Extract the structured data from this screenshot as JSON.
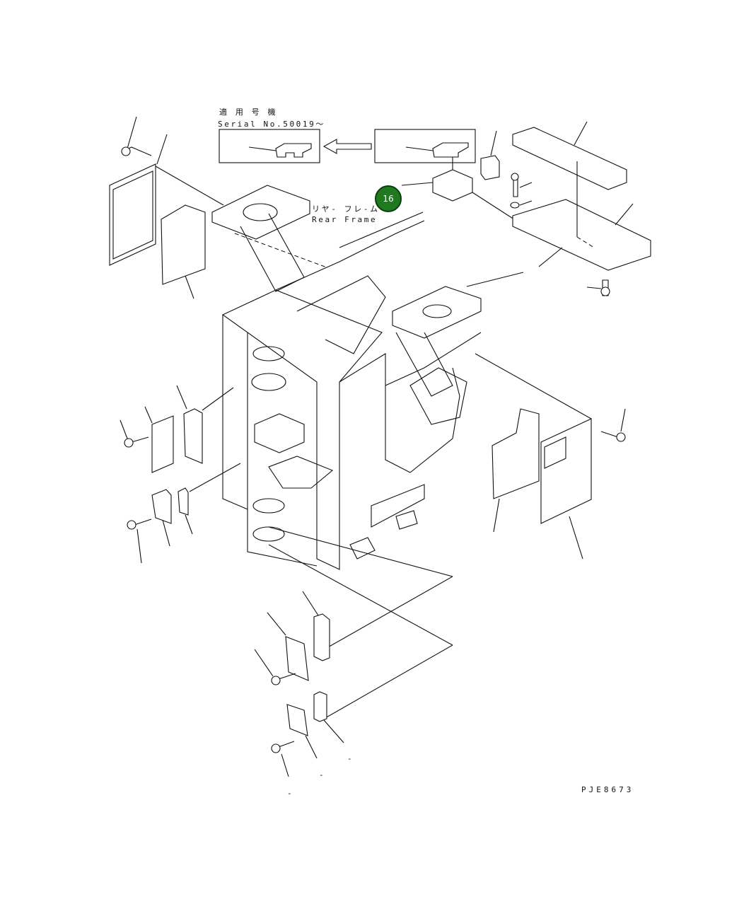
{
  "header": {
    "applicability_jp": "適 用 号 機",
    "serial_range": "Serial No.50019～"
  },
  "labels": {
    "part_name_jp": "リヤ- フレ-ム",
    "part_name_en": "Rear Frame",
    "drawing_code": "PJE8673"
  },
  "callouts": [
    {
      "number": "16",
      "color": "#1f7a1f"
    }
  ],
  "stray_marks": [
    "-",
    "-",
    "-"
  ],
  "icons": [
    "arrow-left-icon"
  ]
}
